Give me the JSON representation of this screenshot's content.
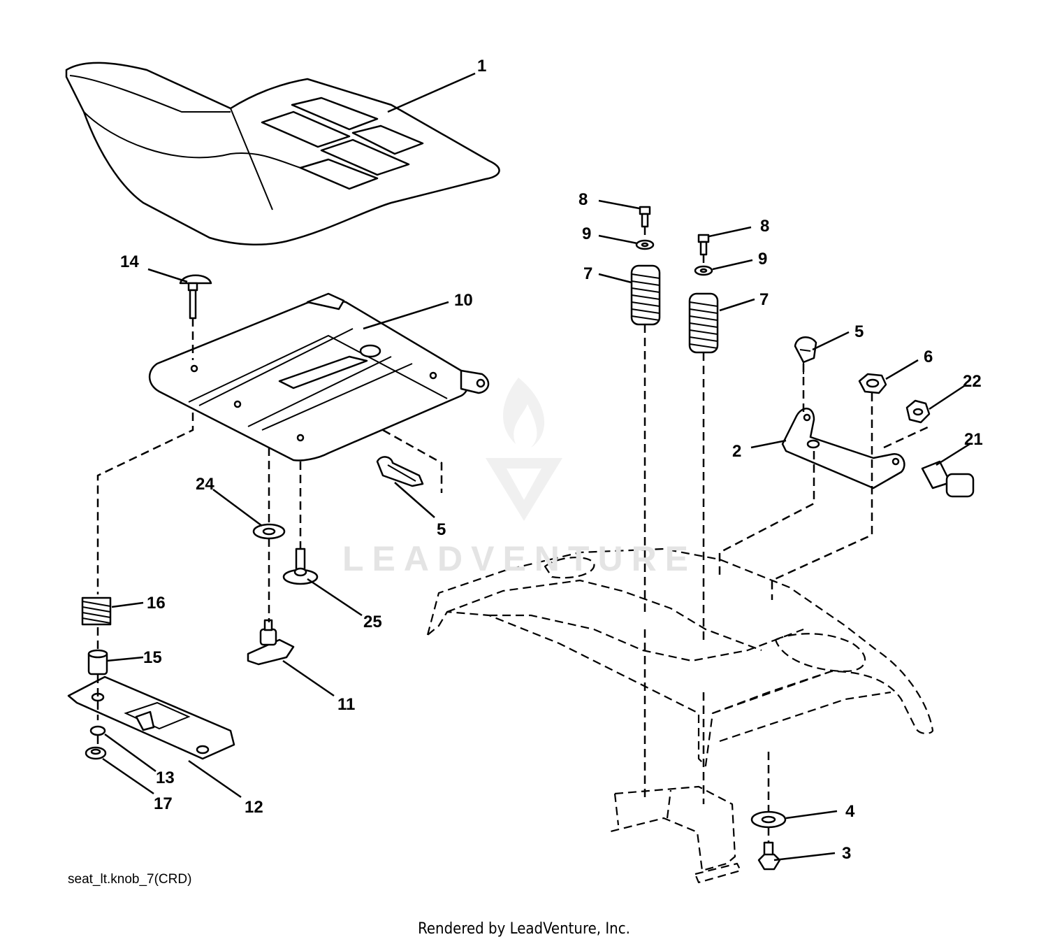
{
  "diagram": {
    "callouts": [
      {
        "id": "c1",
        "label": "1"
      },
      {
        "id": "c14",
        "label": "14"
      },
      {
        "id": "c10",
        "label": "10"
      },
      {
        "id": "c24",
        "label": "24"
      },
      {
        "id": "c5a",
        "label": "5"
      },
      {
        "id": "c25",
        "label": "25"
      },
      {
        "id": "c16",
        "label": "16"
      },
      {
        "id": "c15",
        "label": "15"
      },
      {
        "id": "c11",
        "label": "11"
      },
      {
        "id": "c13",
        "label": "13"
      },
      {
        "id": "c17",
        "label": "17"
      },
      {
        "id": "c12",
        "label": "12"
      },
      {
        "id": "c8a",
        "label": "8"
      },
      {
        "id": "c9a",
        "label": "9"
      },
      {
        "id": "c7a",
        "label": "7"
      },
      {
        "id": "c8b",
        "label": "8"
      },
      {
        "id": "c9b",
        "label": "9"
      },
      {
        "id": "c7b",
        "label": "7"
      },
      {
        "id": "c5b",
        "label": "5"
      },
      {
        "id": "c6",
        "label": "6"
      },
      {
        "id": "c22",
        "label": "22"
      },
      {
        "id": "c2",
        "label": "2"
      },
      {
        "id": "c21",
        "label": "21"
      },
      {
        "id": "c4",
        "label": "4"
      },
      {
        "id": "c3",
        "label": "3"
      }
    ]
  },
  "caption": "seat_lt.knob_7(CRD)",
  "footer": "Rendered by LeadVenture, Inc.",
  "watermark": "LEADVENTURE"
}
